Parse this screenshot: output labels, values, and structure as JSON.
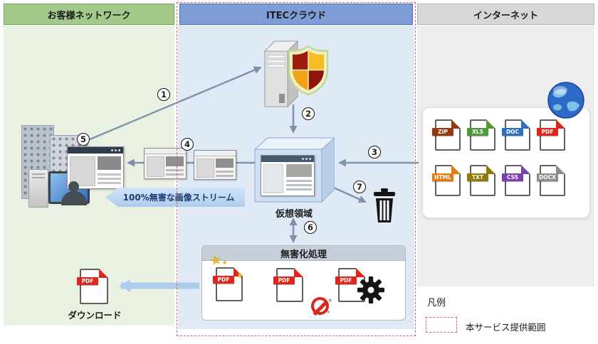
{
  "columns": [
    {
      "title": "お客様ネットワーク"
    },
    {
      "title": "ITECクラウド"
    },
    {
      "title": "インターネット"
    }
  ],
  "steps": [
    "1",
    "2",
    "3",
    "4",
    "5",
    "6",
    "7"
  ],
  "customer": {
    "stream_banner": "100%無害な画像ストリーム",
    "download_label": "ダウンロード",
    "download_file": {
      "label": "PDF",
      "color": "#e0251b"
    }
  },
  "cloud": {
    "virtual_area_label": "仮想領域",
    "sanitize_title": "無害化処理",
    "sanitize_files": [
      {
        "label": "PDF",
        "color": "#e0251b"
      },
      {
        "label": "PDF",
        "color": "#e0251b"
      },
      {
        "label": "PDF",
        "color": "#e0251b"
      }
    ]
  },
  "internet": {
    "files": [
      {
        "label": "ZIP",
        "color": "#96380f"
      },
      {
        "label": "XLS",
        "color": "#4e9a3a"
      },
      {
        "label": "DOC",
        "color": "#2e6fc0"
      },
      {
        "label": "PDF",
        "color": "#e0251b"
      },
      {
        "label": "HTML",
        "color": "#e5790f"
      },
      {
        "label": "TXT",
        "color": "#8f7a06"
      },
      {
        "label": "CSS",
        "color": "#7d3fae"
      },
      {
        "label": "DOCX",
        "color": "#8d8d8d"
      }
    ]
  },
  "legend": {
    "title": "凡例",
    "scope_label": "本サービス提供範囲"
  },
  "colors": {
    "customer_header": "#a3c98b",
    "cloud_header": "#7e9cd6",
    "internet_header": "#d7d7d7",
    "service_scope_border": "#e05f5f",
    "arrow": "#7d93ab",
    "stream_arrow": "#aeccec"
  }
}
